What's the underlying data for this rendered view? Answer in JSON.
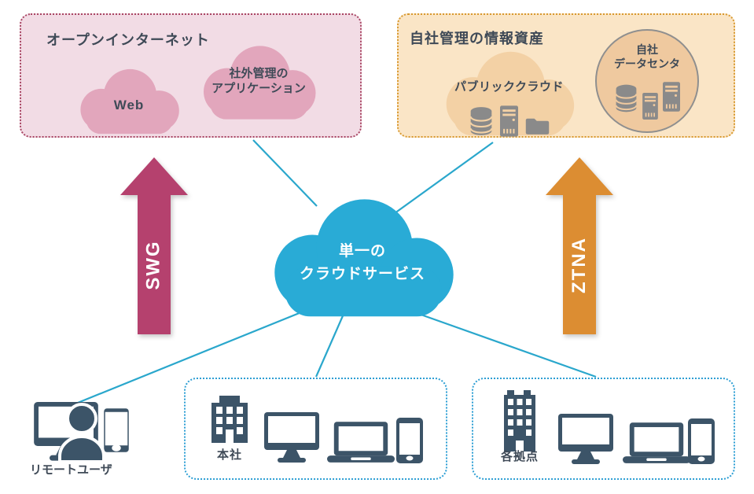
{
  "open_internet": {
    "title": "オープンインターネット",
    "web_cloud_label": "Web",
    "app_cloud_label": "社外管理の\nアプリケーション"
  },
  "own_assets": {
    "title": "自社管理の情報資産",
    "public_cloud_label": "パブリッククラウド",
    "datacenter_label": "自社\nデータセンタ"
  },
  "center_cloud": {
    "label": "単一の\nクラウドサービス"
  },
  "arrows": {
    "left": "SWG",
    "right": "ZTNA"
  },
  "endpoints": {
    "remote_user_label": "リモートユーザ",
    "hq_label": "本社",
    "branch_label": "各拠点"
  },
  "colors": {
    "connection_line": "#2AA7CC",
    "central_cloud": "#29ABD6",
    "open_internet_bg": "#F2DCE5",
    "open_internet_border": "#A84563",
    "open_internet_cloud": "#E2A6BC",
    "own_assets_bg": "#FAE5C6",
    "own_assets_border": "#D8992F",
    "own_assets_cloud": "#F3D1A5",
    "datacenter_circle": "#EFC99F",
    "swg_arrow": "#B5416E",
    "ztna_arrow": "#DC8D32",
    "endpoint_border": "#2E9FD4",
    "device_icon": "#3C5468",
    "asset_icon": "#8A8A8A",
    "text": "#3F4A57"
  }
}
